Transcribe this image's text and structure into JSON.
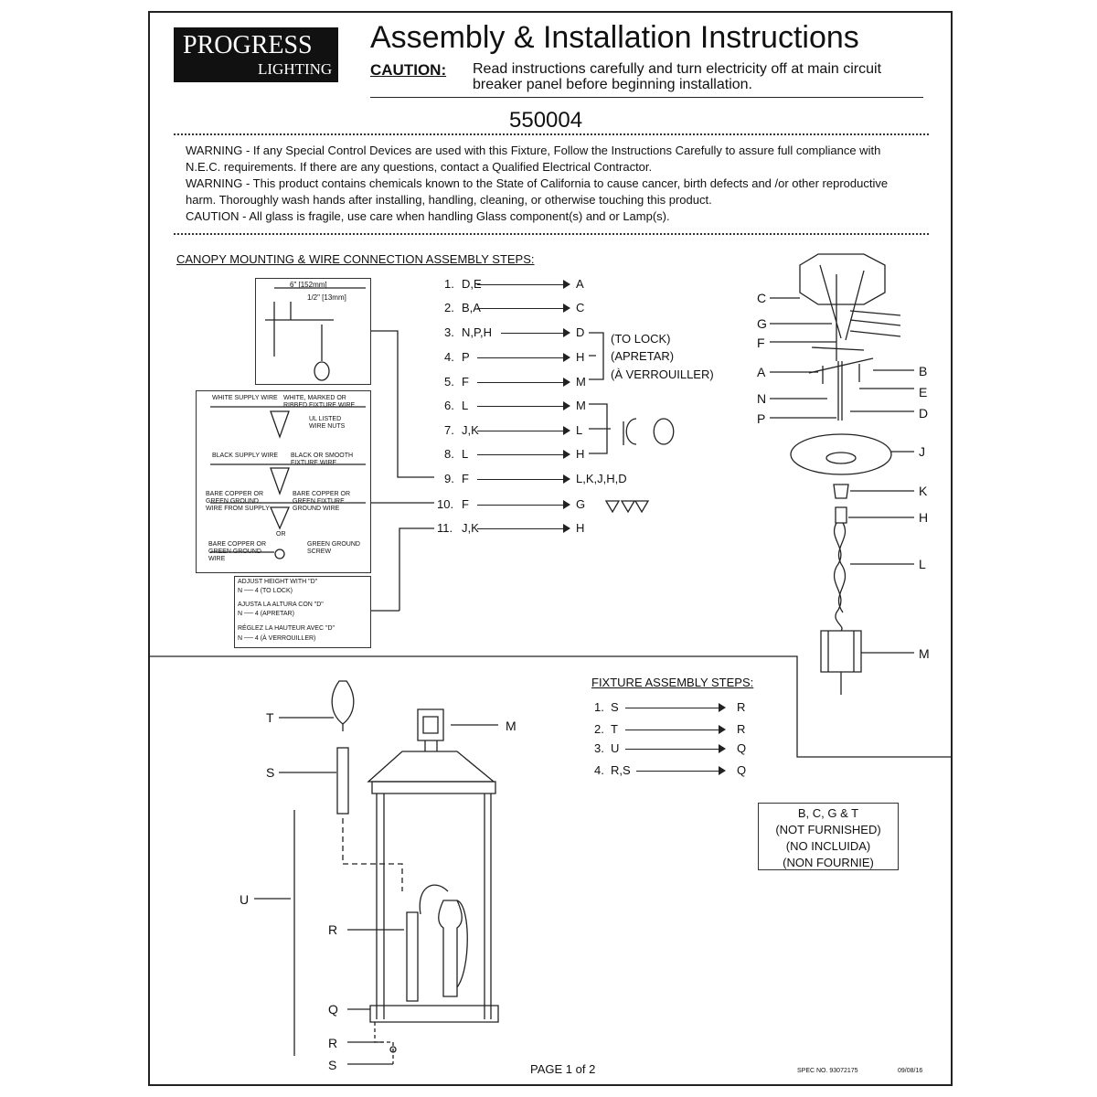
{
  "header": {
    "logo_line1": "PROGRESS",
    "logo_line2": "LIGHTING",
    "title": "Assembly & Installation Instructions",
    "caution_label": "CAUTION:",
    "caution_text": "Read instructions carefully and turn electricity off at main circuit breaker panel before beginning installation.",
    "model_number": "550004"
  },
  "warnings": [
    "WARNING - If any Special Control Devices are used with this Fixture, Follow the Instructions Carefully to assure full compliance with N.E.C. requirements. If there are any questions, contact a Qualified Electrical Contractor.",
    "WARNING - This product contains chemicals known to the State of California to cause cancer, birth defects and /or other reproductive harm. Thoroughly wash hands after installing, handling, cleaning, or otherwise touching this product.",
    "CAUTION - All glass is fragile, use care when handling Glass component(s) and or Lamp(s)."
  ],
  "canopy_steps": {
    "heading": "CANOPY MOUNTING & WIRE CONNECTION ASSEMBLY STEPS:",
    "steps": [
      {
        "num": "1.",
        "from": "D,E",
        "to": "A"
      },
      {
        "num": "2.",
        "from": "B,A",
        "to": "C"
      },
      {
        "num": "3.",
        "from": "N,P,H",
        "to": "D"
      },
      {
        "num": "4.",
        "from": "P",
        "to": "H"
      },
      {
        "num": "5.",
        "from": "F",
        "to": "M"
      },
      {
        "num": "6.",
        "from": "L",
        "to": "M"
      },
      {
        "num": "7.",
        "from": "J,K",
        "to": "L"
      },
      {
        "num": "8.",
        "from": "L",
        "to": "H"
      },
      {
        "num": "9.",
        "from": "F",
        "to": "L,K,J,H,D"
      },
      {
        "num": "10.",
        "from": "F",
        "to": "G"
      },
      {
        "num": "11.",
        "from": "J,K",
        "to": "H"
      }
    ],
    "lock_labels": [
      "(TO LOCK)",
      "(APRETAR)",
      "(À VERROUILLER)"
    ]
  },
  "inset": {
    "dim1": "6\" [152mm]",
    "dim2": "1/2\" [13mm]"
  },
  "wiring": {
    "white_supply": "WHITE SUPPLY WIRE",
    "white_fixture": "WHITE, MARKED OR RIBBED FIXTURE WIRE",
    "wire_nuts": "UL LISTED WIRE NUTS",
    "black_supply": "BLACK SUPPLY WIRE",
    "black_fixture": "BLACK OR SMOOTH FIXTURE WIRE",
    "bare_supply": "BARE COPPER OR GREEN GROUND WIRE FROM SUPPLY",
    "bare_fixture": "BARE COPPER OR GREEN FIXTURE GROUND WIRE",
    "or": "OR",
    "bare_supply2": "BARE COPPER OR GREEN GROUND WIRE",
    "ground_screw": "GREEN GROUND SCREW"
  },
  "adjust": [
    {
      "text": "ADJUST HEIGHT WITH \"D\"",
      "sub": "N ── 4 (TO LOCK)"
    },
    {
      "text": "AJUSTA LA ALTURA CON \"D\"",
      "sub": "N ── 4 (APRETAR)"
    },
    {
      "text": "RÉGLEZ LA HAUTEUR AVEC \"D\"",
      "sub": "N ── 4 (À VERROUILLER)"
    }
  ],
  "canopy_diagram_labels": {
    "left": [
      "C",
      "G",
      "F",
      "A",
      "N",
      "P"
    ],
    "right": [
      "B",
      "E",
      "D",
      "J",
      "K",
      "H",
      "L",
      "M"
    ]
  },
  "fixture_steps": {
    "heading": "FIXTURE ASSEMBLY STEPS:",
    "steps": [
      {
        "num": "1.",
        "from": "S",
        "to": "R"
      },
      {
        "num": "2.",
        "from": "T",
        "to": "R"
      },
      {
        "num": "3.",
        "from": "U",
        "to": "Q"
      },
      {
        "num": "4.",
        "from": "R,S",
        "to": "Q"
      }
    ]
  },
  "fixture_diagram_labels": [
    "T",
    "S",
    "U",
    "R",
    "Q",
    "R",
    "S",
    "M"
  ],
  "not_furnished": [
    "B, C, G & T",
    "(NOT FURNISHED)",
    "(NO INCLUIDA)",
    "(NON FOURNIE)"
  ],
  "footer": {
    "page": "PAGE 1 of 2",
    "spec": "SPEC NO. 93072175",
    "date": "09/08/16"
  }
}
